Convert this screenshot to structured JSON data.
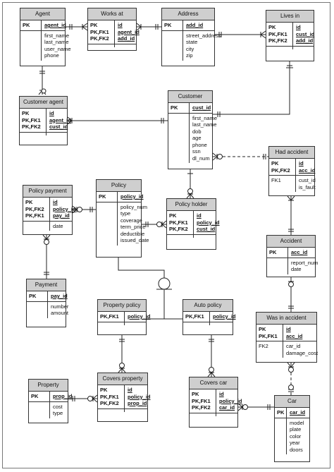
{
  "entities": {
    "agent": {
      "title": "Agent",
      "keys": [
        "PK"
      ],
      "key_attrs": [
        "agent_id"
      ],
      "flags": [],
      "attrs": [
        "first_name",
        "last_name",
        "user_name",
        "phone"
      ]
    },
    "works_at": {
      "title": "Works at",
      "keys": [
        "PK",
        "PK,FK1",
        "PK,FK2"
      ],
      "key_attrs": [
        "id",
        "agent_id",
        "add_id"
      ],
      "flags": [],
      "attrs": []
    },
    "address": {
      "title": "Address",
      "keys": [
        "PK"
      ],
      "key_attrs": [
        "add_id"
      ],
      "flags": [],
      "attrs": [
        "street_address",
        "state",
        "city",
        "zip"
      ]
    },
    "lives_in": {
      "title": "Lives in",
      "keys": [
        "PK",
        "PK,FK1",
        "PK,FK2"
      ],
      "key_attrs": [
        "id",
        "cust_id",
        "add_id"
      ],
      "flags": [],
      "attrs": []
    },
    "customer_agent": {
      "title": "Customer agent",
      "keys": [
        "PK",
        "PK,FK1",
        "PK,FK2"
      ],
      "key_attrs": [
        "id",
        "agent_id",
        "cust_id"
      ],
      "flags": [],
      "attrs": []
    },
    "customer": {
      "title": "Customer",
      "keys": [
        "PK"
      ],
      "key_attrs": [
        "cust_id"
      ],
      "flags": [],
      "attrs": [
        "first_name",
        "last_name",
        "dob",
        "age",
        "phone",
        "ssn",
        "dl_num"
      ]
    },
    "had_accident": {
      "title": "Had accident",
      "keys": [
        "PK",
        "PK,FK2"
      ],
      "key_attrs": [
        "id",
        "acc_id"
      ],
      "flags": [
        "FK1"
      ],
      "attrs": [
        "cust_id",
        "is_fault"
      ]
    },
    "policy_payment": {
      "title": "Policy payment",
      "keys": [
        "PK",
        "PK,FK2",
        "PK,FK1"
      ],
      "key_attrs": [
        "id",
        "policy_id",
        "pay_id"
      ],
      "flags": [],
      "attrs": [
        "date"
      ]
    },
    "policy": {
      "title": "Policy",
      "keys": [
        "PK"
      ],
      "key_attrs": [
        "policy_id"
      ],
      "flags": [],
      "attrs": [
        "policy_num",
        "type",
        "coverage",
        "term_price",
        "deductible",
        "issued_date"
      ]
    },
    "policy_holder": {
      "title": "Policy holder",
      "keys": [
        "PK",
        "PK,FK1",
        "PK,FK2"
      ],
      "key_attrs": [
        "id",
        "policy_id",
        "cust_id"
      ],
      "flags": [],
      "attrs": []
    },
    "accident": {
      "title": "Accident",
      "keys": [
        "PK"
      ],
      "key_attrs": [
        "acc_id"
      ],
      "flags": [],
      "attrs": [
        "report_num",
        "date"
      ]
    },
    "payment": {
      "title": "Payment",
      "keys": [
        "PK"
      ],
      "key_attrs": [
        "pay_id"
      ],
      "flags": [],
      "attrs": [
        "number",
        "amount"
      ]
    },
    "property_policy": {
      "title": "Property policy",
      "keys": [
        "PK,FK1"
      ],
      "key_attrs": [
        "policy_id"
      ],
      "flags": [],
      "attrs": []
    },
    "auto_policy": {
      "title": "Auto policy",
      "keys": [
        "PK,FK1"
      ],
      "key_attrs": [
        "policy_id"
      ],
      "flags": [],
      "attrs": []
    },
    "was_in_accident": {
      "title": "Was in accident",
      "keys": [
        "PK",
        "PK,FK1"
      ],
      "key_attrs": [
        "id",
        "acc_id"
      ],
      "flags": [
        "FK2"
      ],
      "attrs": [
        "car_id",
        "damage_cost"
      ]
    },
    "property": {
      "title": "Property",
      "keys": [
        "PK"
      ],
      "key_attrs": [
        "prop_id"
      ],
      "flags": [],
      "attrs": [
        "cost",
        "type"
      ]
    },
    "covers_property": {
      "title": "Covers property",
      "keys": [
        "PK",
        "PK,FK1",
        "PK,FK2"
      ],
      "key_attrs": [
        "id",
        "policy_id",
        "prop_id"
      ],
      "flags": [],
      "attrs": []
    },
    "covers_car": {
      "title": "Covers car",
      "keys": [
        "PK",
        "PK,FK1",
        "PK,FK2"
      ],
      "key_attrs": [
        "id",
        "policy_id",
        "car_id"
      ],
      "flags": [],
      "attrs": []
    },
    "car": {
      "title": "Car",
      "keys": [
        "PK"
      ],
      "key_attrs": [
        "car_id"
      ],
      "flags": [],
      "attrs": [
        "model",
        "plate",
        "color",
        "year",
        "doors"
      ]
    }
  }
}
